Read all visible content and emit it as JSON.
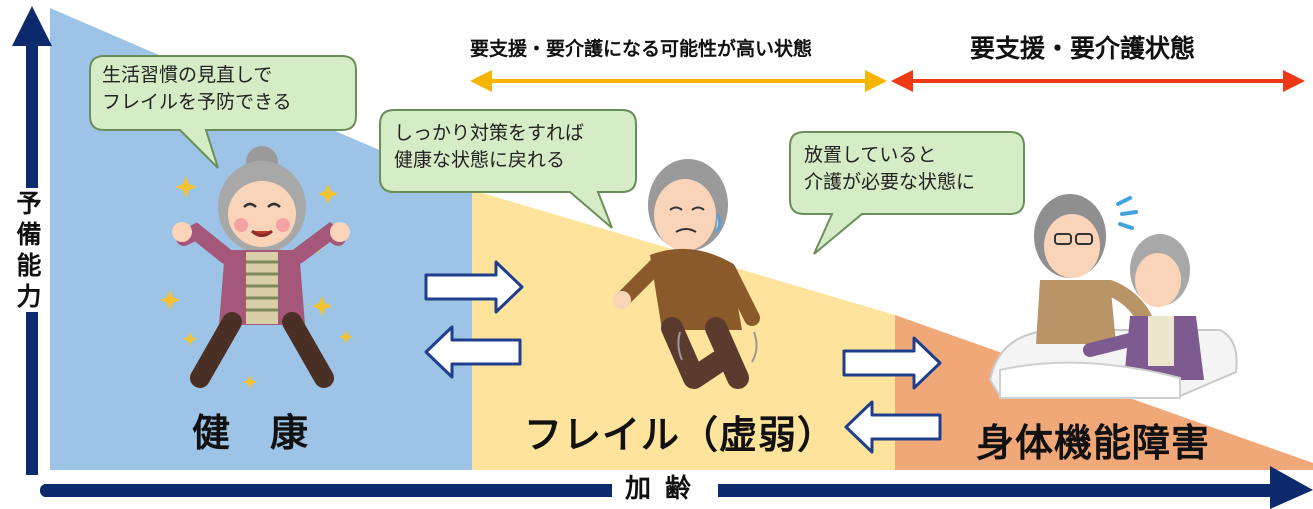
{
  "stages": {
    "healthy": "健　康",
    "frailty": "フレイル（虚弱）",
    "disability": "身体機能障害"
  },
  "axes": {
    "vertical_label": "予備能力",
    "horizontal_label": "加齢"
  },
  "ranges": {
    "possible_care": "要支援・要介護になる可能性が高い状態",
    "care_needed": "要支援・要介護状態"
  },
  "bubbles": {
    "healthy": [
      "生活習慣の見直しで",
      "フレイルを予防できる"
    ],
    "frailty": [
      "しっかり対策をすれば",
      "健康な状態に戻れる"
    ],
    "neglect": [
      "放置していると",
      "介護が必要な状態に"
    ]
  },
  "colors": {
    "healthy_zone": "#9dc3e6",
    "frailty_zone": "#fde39b",
    "disability_zone": "#f0a879",
    "axis": "#0d2a6e",
    "range_possible": "#f5b400",
    "range_care": "#ee3a14",
    "bubble_fill": "#d6ecc6",
    "bubble_stroke": "#6b8f5a",
    "transition_arrow": "#1f3f8c"
  }
}
